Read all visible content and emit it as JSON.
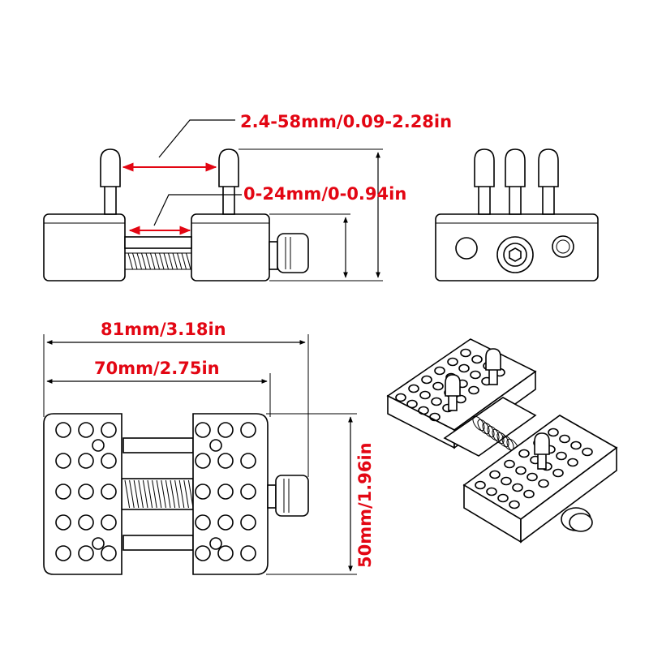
{
  "dimensions": {
    "jaw_range": "2.4-58mm/0.09-2.28in",
    "gap_range": "0-24mm/0-0.94in",
    "overall_length": "81mm/3.18in",
    "jaw_length": "70mm/2.75in",
    "width": "50mm/1.96in"
  },
  "colors": {
    "dimension_red": "#e30613",
    "line_black": "#000000",
    "background": "#ffffff"
  }
}
